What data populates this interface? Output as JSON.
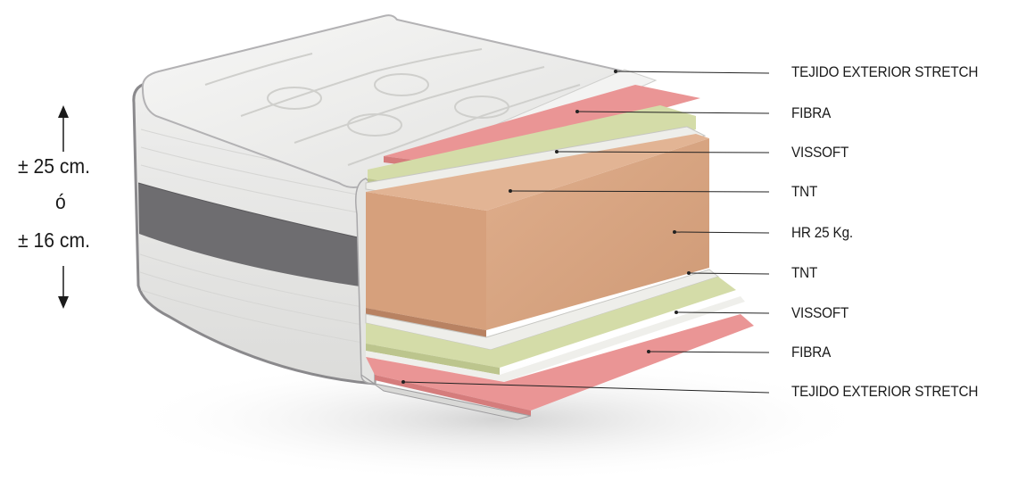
{
  "dimensions": {
    "height_a": "± 25 cm.",
    "connector": "ó",
    "height_b": "± 16 cm."
  },
  "layers": [
    {
      "label": "TEJIDO EXTERIOR STRETCH"
    },
    {
      "label": "FIBRA"
    },
    {
      "label": "VISSOFT"
    },
    {
      "label": "TNT"
    },
    {
      "label": "HR 25 Kg."
    },
    {
      "label": "TNT"
    },
    {
      "label": "VISSOFT"
    },
    {
      "label": "FIBRA"
    },
    {
      "label": "TEJIDO EXTERIOR STRETCH"
    }
  ],
  "colors": {
    "fabric": "#efefee",
    "border_band": "#6e6d70",
    "fibra": "#ea9595",
    "vissoft": "#d4dca8",
    "tnt": "#eeeeea",
    "hr_foam": "#d9a582",
    "leader_line": "#222222"
  }
}
